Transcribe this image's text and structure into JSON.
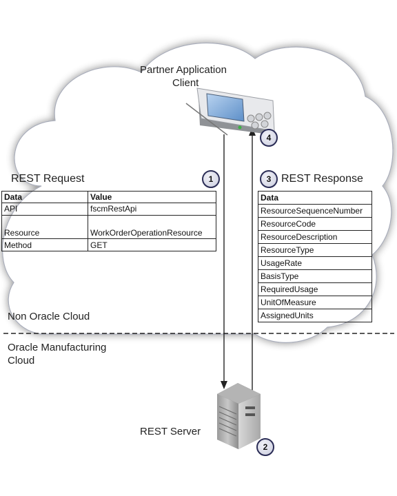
{
  "client_label": [
    "Partner Application",
    "Client"
  ],
  "server_label": "REST Server",
  "zones": {
    "top": "Non Oracle Cloud",
    "bottom": [
      "Oracle Manufacturing",
      "Cloud"
    ]
  },
  "request": {
    "title": "REST Request",
    "headers": [
      "Data",
      "Value"
    ],
    "rows": [
      [
        "API",
        "fscmRestApi"
      ],
      [
        "Resource",
        "WorkOrderOperationResource"
      ],
      [
        "Method",
        "GET"
      ]
    ]
  },
  "response": {
    "title": "REST Response",
    "header": "Data",
    "rows": [
      "ResourceSequenceNumber",
      "ResourceCode",
      "ResourceDescription",
      "ResourceType",
      "UsageRate",
      "BasisType",
      "RequiredUsage",
      "UnitOfMeasure",
      "AssignedUnits"
    ]
  },
  "steps": [
    "1",
    "2",
    "3",
    "4"
  ],
  "colors": {
    "cloud_fill": "#ffffff",
    "cloud_stroke": "#9aa0ad",
    "line": "#222222",
    "badge_border": "#2a2c55"
  }
}
